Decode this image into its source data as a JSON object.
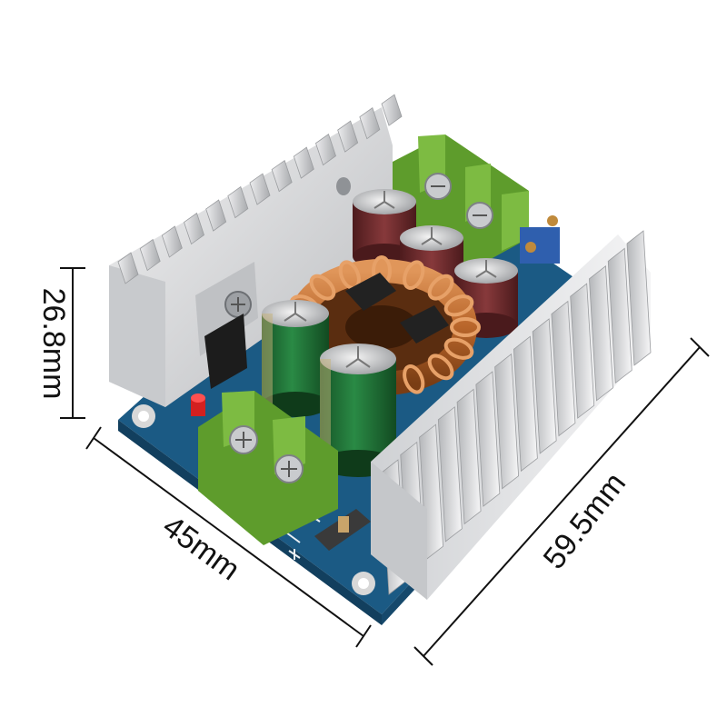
{
  "dimensions": {
    "height": "26.8mm",
    "width": "45mm",
    "length": "59.5mm"
  },
  "colors": {
    "pcb": "#1d5f8a",
    "heatsink": "#d9dadc",
    "terminal": "#6aa832",
    "copper": "#b8652a",
    "cap_green": "#1f6b33",
    "cap_brown": "#6e2a2c",
    "pot_blue": "#2f5fae"
  }
}
